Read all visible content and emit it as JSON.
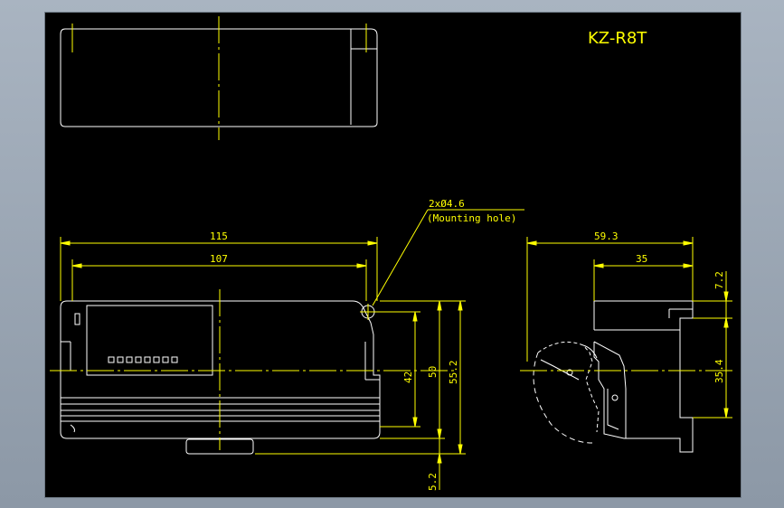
{
  "title": "KZ-R8T",
  "colors": {
    "outline": "#ffffff",
    "dimension": "#ffff00",
    "background": "#000000"
  },
  "annotations": {
    "mounting_hole_spec": "2xØ4.6",
    "mounting_hole_label": "(Mounting hole)"
  },
  "dimensions": {
    "width_overall": "115",
    "width_hole_pitch": "107",
    "height_hole_pitch": "42",
    "height_body": "50",
    "height_overall": "55.2",
    "rail_offset": "5.2",
    "depth_overall": "59.3",
    "depth_rail": "35",
    "side_top": "7.2",
    "side_rail_width": "35.4"
  }
}
